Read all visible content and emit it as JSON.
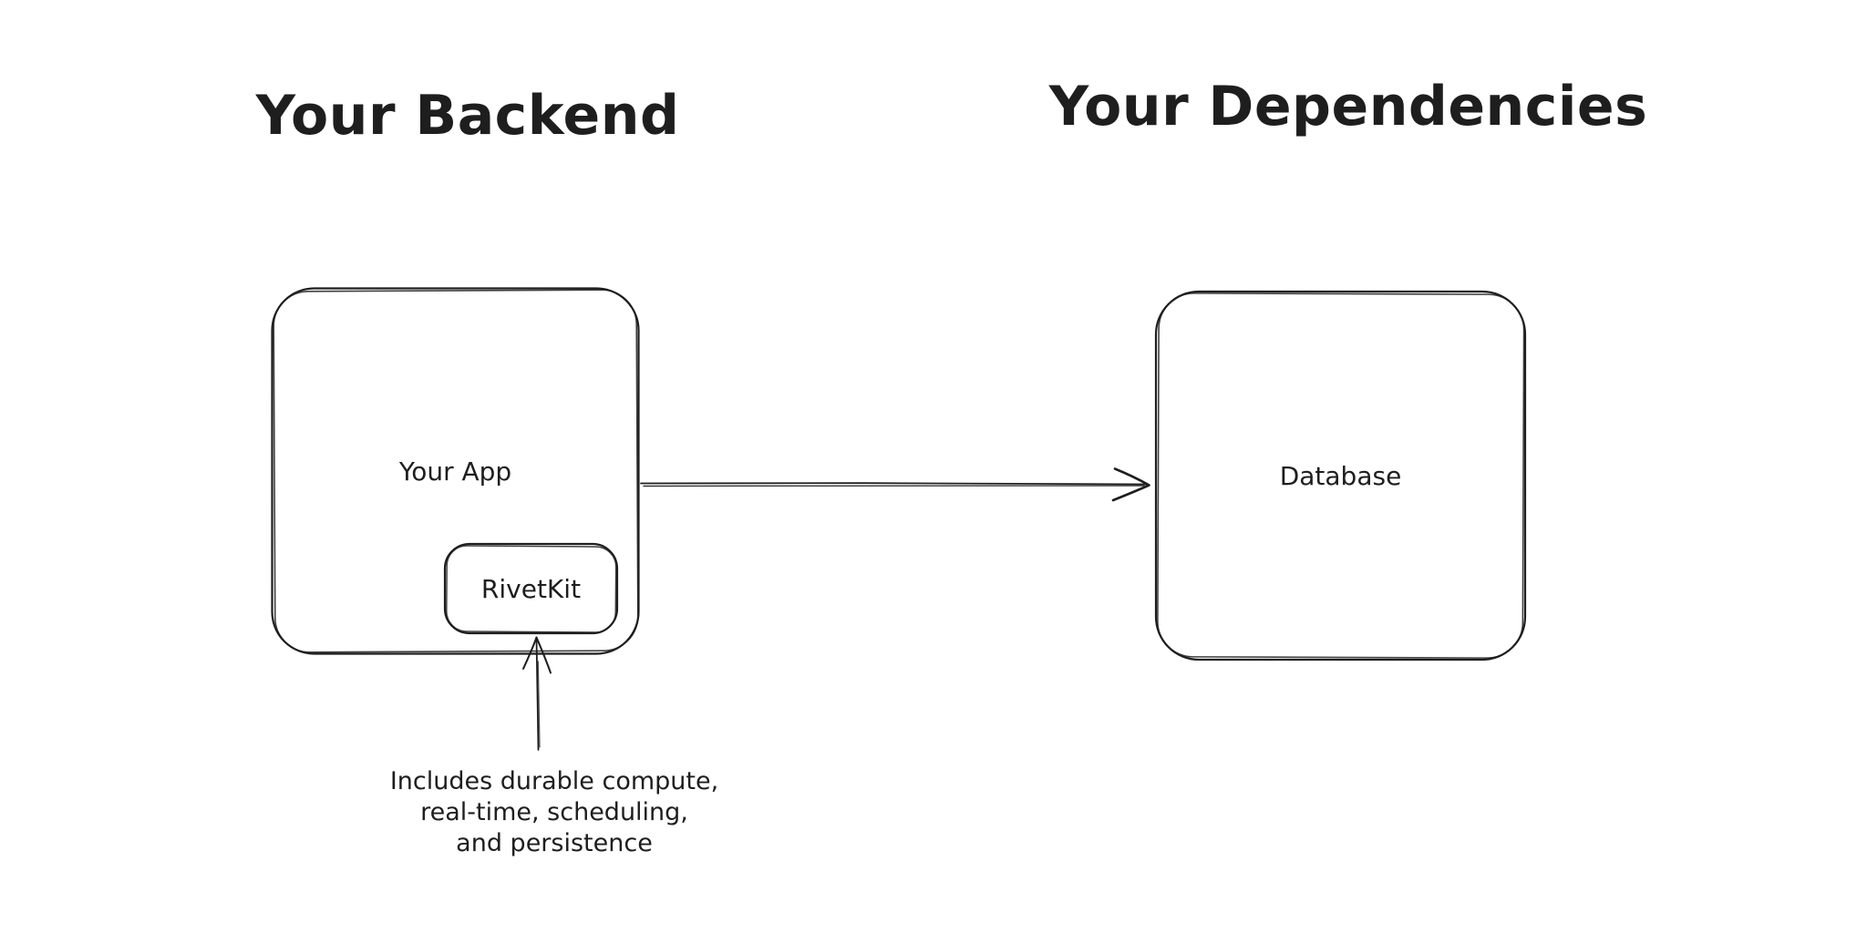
{
  "titles": {
    "backend": "Your Backend",
    "dependencies": "Your Dependencies"
  },
  "nodes": {
    "your_app": {
      "label": "Your App"
    },
    "rivetkit": {
      "label": "RivetKit"
    },
    "database": {
      "label": "Database"
    }
  },
  "arrows": {
    "app_to_database": "arrow from Your App to Database",
    "annotation_to_rivetkit": "arrow from annotation to RivetKit"
  },
  "annotation": {
    "lines": [
      "Includes durable compute,",
      "real-time, scheduling,",
      "and persistence"
    ]
  },
  "colors": {
    "ink": "#1e1e1e",
    "background": "#ffffff"
  }
}
